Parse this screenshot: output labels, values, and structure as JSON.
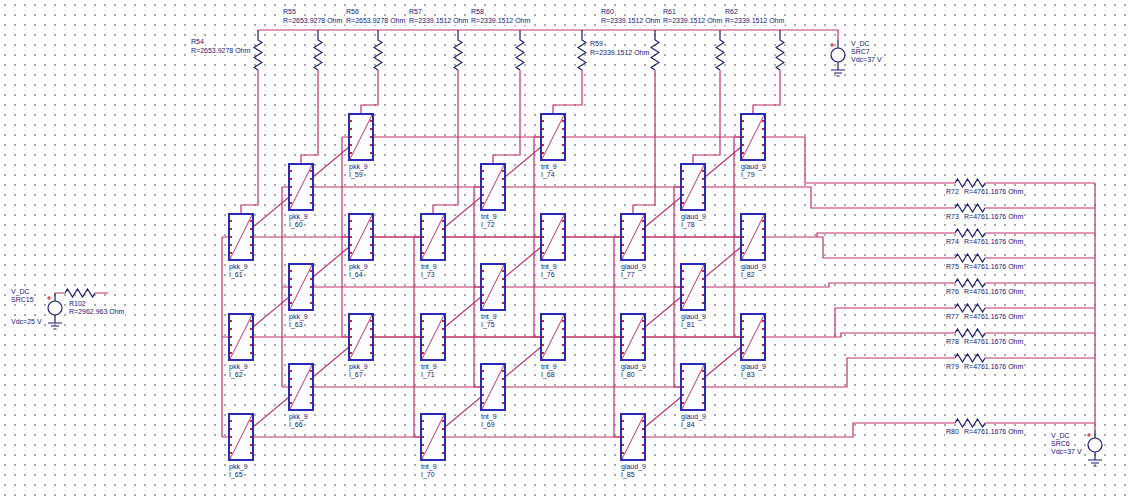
{
  "diagram": {
    "nodes": [
      {
        "text": [
          "pkk_9",
          "I_61"
        ]
      },
      {
        "text": [
          "pkk_9",
          "I_60"
        ]
      },
      {
        "text": [
          "pkk_9",
          "I_59"
        ]
      },
      {
        "text": [
          "pkk_9",
          "I_62"
        ]
      },
      {
        "text": [
          "pkk_9",
          "I_63"
        ]
      },
      {
        "text": [
          "pkk_9",
          "I_64"
        ]
      },
      {
        "text": [
          "pkk_9",
          "I_65"
        ]
      },
      {
        "text": [
          "pkk_9",
          "I_66"
        ]
      },
      {
        "text": [
          "pkk_9",
          "I_67"
        ]
      },
      {
        "text": [
          "tnt_9",
          "I_73"
        ]
      },
      {
        "text": [
          "tnt_9",
          "I_72"
        ]
      },
      {
        "text": [
          "tnt_9",
          "I_74"
        ]
      },
      {
        "text": [
          "tnt_9",
          "I_71"
        ]
      },
      {
        "text": [
          "tnt_9",
          "I_75"
        ]
      },
      {
        "text": [
          "tnt_9",
          "I_76"
        ]
      },
      {
        "text": [
          "tnt_9",
          "I_70"
        ]
      },
      {
        "text": [
          "tnt_9",
          "I_69"
        ]
      },
      {
        "text": [
          "tnt_9",
          "I_68"
        ]
      },
      {
        "text": [
          "glaud_9",
          "I_77"
        ]
      },
      {
        "text": [
          "glaud_9",
          "I_78"
        ]
      },
      {
        "text": [
          "glaud_9",
          "I_79"
        ]
      },
      {
        "text": [
          "glaud_9",
          "I_80"
        ]
      },
      {
        "text": [
          "glaud_9",
          "I_81"
        ]
      },
      {
        "text": [
          "glaud_9",
          "I_82"
        ]
      },
      {
        "text": [
          "glaud_9",
          "I_85"
        ]
      },
      {
        "text": [
          "glaud_9",
          "I_84"
        ]
      },
      {
        "text": [
          "glaud_9",
          "I_83"
        ]
      }
    ],
    "edges": [
      {
        "from": 0,
        "to": 9,
        "arrow": "none"
      },
      {
        "from": 1,
        "to": 10,
        "arrow": "none"
      },
      {
        "from": 2,
        "to": 11,
        "arrow": "none"
      },
      {
        "from": 3,
        "to": 12,
        "arrow": "none"
      },
      {
        "from": 4,
        "to": 13,
        "arrow": "none"
      },
      {
        "from": 5,
        "to": 14,
        "arrow": "none"
      },
      {
        "from": 6,
        "to": 15,
        "arrow": "none"
      },
      {
        "from": 7,
        "to": 16,
        "arrow": "none"
      },
      {
        "from": 8,
        "to": 17,
        "arrow": "none"
      },
      {
        "from": 9,
        "to": 18,
        "arrow": "none"
      },
      {
        "from": 10,
        "to": 19,
        "arrow": "none"
      },
      {
        "from": 11,
        "to": 20,
        "arrow": "none"
      },
      {
        "from": 12,
        "to": 21,
        "arrow": "none"
      },
      {
        "from": 13,
        "to": 22,
        "arrow": "none"
      },
      {
        "from": 14,
        "to": 23,
        "arrow": "none"
      },
      {
        "from": 15,
        "to": 24,
        "arrow": "none"
      },
      {
        "from": 16,
        "to": 25,
        "arrow": "none"
      },
      {
        "from": 17,
        "to": 26,
        "arrow": "none"
      }
    ],
    "labels": [
      "R54",
      "R=2653.9278 Ohm",
      "R55",
      "R=2653.9278 Ohm",
      "R56",
      "R=2653.9278 Ohm",
      "R57",
      "R=2339.1512 Ohm",
      "R58",
      "R=2339.1512 Ohm",
      "R59",
      "R=2339.1512 Ohm",
      "R60",
      "R=2339.1512 Ohm",
      "R61",
      "R=2339.1512 Ohm",
      "R62",
      "R=2339.1512 Ohm",
      "V_DC",
      "SRC7",
      "Vdc=37 V",
      "R72",
      "R=4761.1676 Ohm",
      "R73",
      "R=4761.1676 Ohm",
      "R74",
      "R=4761.1676 Ohm",
      "R75",
      "R=4761.1676 Ohm",
      "R76",
      "R=4761.1676 Ohm",
      "R77",
      "R=4761.1676 Ohm",
      "R78",
      "R=4761.1676 Ohm",
      "R79",
      "R=4761.1676 Ohm",
      "R80",
      "R=4761.1676 Ohm",
      "V_DC",
      "SRC6",
      "Vdc=37 V",
      "V_DC",
      "SRC15",
      "Vdc=25 V",
      "R102",
      "R=2962.963 Ohm"
    ]
  }
}
